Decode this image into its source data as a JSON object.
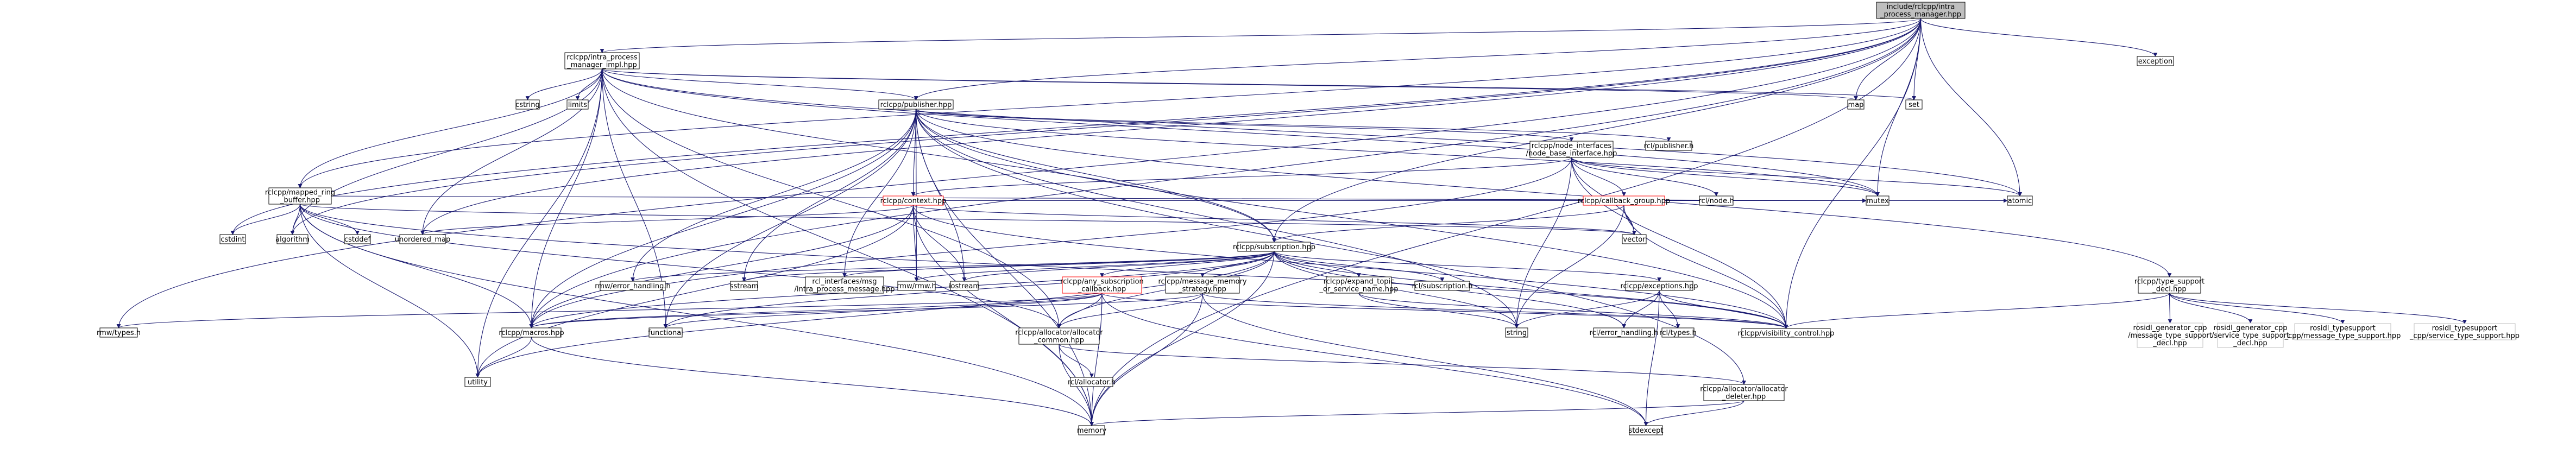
{
  "colors": {
    "edge": "#191970",
    "root_fill": "#bfbfbf",
    "missing_border": "#bfbfbf",
    "truncated_border": "#ff0000",
    "node_border": "#000000"
  },
  "nodes": [
    {
      "id": "root",
      "lines": [
        "include/rclcpp/intra",
        "_process_manager.hpp"
      ]
    },
    {
      "id": "ipm_impl",
      "lines": [
        "rclcpp/intra_process",
        "_manager_impl.hpp"
      ]
    },
    {
      "id": "publisher",
      "lines": [
        "rclcpp/publisher.hpp"
      ]
    },
    {
      "id": "mapped_ring",
      "lines": [
        "rclcpp/mapped_ring",
        "_buffer.hpp"
      ]
    },
    {
      "id": "node_base",
      "lines": [
        "rclcpp/node_interfaces",
        "/node_base_interface.hpp"
      ]
    },
    {
      "id": "context",
      "lines": [
        "rclcpp/context.hpp"
      ]
    },
    {
      "id": "callback_group",
      "lines": [
        "rclcpp/callback_group.hpp"
      ]
    },
    {
      "id": "subscription",
      "lines": [
        "rclcpp/subscription.hpp"
      ]
    },
    {
      "id": "any_sub_cb",
      "lines": [
        "rclcpp/any_subscription",
        "_callback.hpp"
      ]
    },
    {
      "id": "msg_mem",
      "lines": [
        "rclcpp/message_memory",
        "_strategy.hpp"
      ]
    },
    {
      "id": "expand_topic",
      "lines": [
        "rclcpp/expand_topic",
        "_or_service_name.hpp"
      ]
    },
    {
      "id": "exceptions",
      "lines": [
        "rclcpp/exceptions.hpp"
      ]
    },
    {
      "id": "type_support",
      "lines": [
        "rclcpp/type_support",
        "_decl.hpp"
      ]
    },
    {
      "id": "alloc_common",
      "lines": [
        "rclcpp/allocator/allocator",
        "_common.hpp"
      ]
    },
    {
      "id": "alloc_deleter",
      "lines": [
        "rclcpp/allocator/allocator",
        "_deleter.hpp"
      ]
    },
    {
      "id": "macros",
      "lines": [
        "rclcpp/macros.hpp"
      ]
    },
    {
      "id": "visibility",
      "lines": [
        "rclcpp/visibility_control.hpp"
      ]
    },
    {
      "id": "exception",
      "lines": [
        "exception"
      ]
    },
    {
      "id": "map",
      "lines": [
        "map"
      ]
    },
    {
      "id": "set",
      "lines": [
        "set"
      ]
    },
    {
      "id": "cstring",
      "lines": [
        "cstring"
      ]
    },
    {
      "id": "limits",
      "lines": [
        "limits"
      ]
    },
    {
      "id": "rcl_publisher",
      "lines": [
        "rcl/publisher.h"
      ]
    },
    {
      "id": "rcl_node",
      "lines": [
        "rcl/node.h"
      ]
    },
    {
      "id": "atomic",
      "lines": [
        "atomic"
      ]
    },
    {
      "id": "mutex",
      "lines": [
        "mutex"
      ]
    },
    {
      "id": "vector",
      "lines": [
        "vector"
      ]
    },
    {
      "id": "unordered_map",
      "lines": [
        "unordered_map"
      ]
    },
    {
      "id": "cstdint",
      "lines": [
        "cstdint"
      ]
    },
    {
      "id": "algorithm",
      "lines": [
        "algorithm"
      ]
    },
    {
      "id": "cstddef",
      "lines": [
        "cstddef"
      ]
    },
    {
      "id": "rmw_error_handling",
      "lines": [
        "rmw/error_handling.h"
      ]
    },
    {
      "id": "sstream",
      "lines": [
        "sstream"
      ]
    },
    {
      "id": "rcl_interfaces",
      "lines": [
        "rcl_interfaces/msg",
        "/intra_process_message.hpp"
      ]
    },
    {
      "id": "rmw_rmw",
      "lines": [
        "rmw/rmw.h"
      ]
    },
    {
      "id": "iostream",
      "lines": [
        "iostream"
      ]
    },
    {
      "id": "rcl_subscription",
      "lines": [
        "rcl/subscription.h"
      ]
    },
    {
      "id": "rmw_types",
      "lines": [
        "rmw/types.h"
      ]
    },
    {
      "id": "functional",
      "lines": [
        "functional"
      ]
    },
    {
      "id": "string",
      "lines": [
        "string"
      ]
    },
    {
      "id": "rcl_error_handling",
      "lines": [
        "rcl/error_handling.h"
      ]
    },
    {
      "id": "rcl_types",
      "lines": [
        "rcl/types.h"
      ]
    },
    {
      "id": "utility",
      "lines": [
        "utility"
      ]
    },
    {
      "id": "rcl_allocator",
      "lines": [
        "rcl/allocator.h"
      ]
    },
    {
      "id": "memory",
      "lines": [
        "memory"
      ]
    },
    {
      "id": "stdexcept",
      "lines": [
        "stdexcept"
      ]
    },
    {
      "id": "rosidl_msg_ts",
      "lines": [
        "rosidl_generator_cpp",
        "/message_type_support",
        "_decl.hpp"
      ]
    },
    {
      "id": "rosidl_srv_ts",
      "lines": [
        "rosidl_generator_cpp",
        "/service_type_support",
        "_decl.hpp"
      ]
    },
    {
      "id": "rosidl_ts_msg",
      "lines": [
        "rosidl_typesupport",
        "_cpp/message_type_support.hpp"
      ]
    },
    {
      "id": "rosidl_ts_srv",
      "lines": [
        "rosidl_typesupport",
        "_cpp/service_type_support.hpp"
      ]
    }
  ],
  "edges": [
    [
      "root",
      "ipm_impl"
    ],
    [
      "root",
      "publisher"
    ],
    [
      "root",
      "subscription"
    ],
    [
      "root",
      "mapped_ring"
    ],
    [
      "root",
      "macros"
    ],
    [
      "root",
      "visibility"
    ],
    [
      "root",
      "exception"
    ],
    [
      "root",
      "map"
    ],
    [
      "root",
      "set"
    ],
    [
      "root",
      "unordered_map"
    ],
    [
      "root",
      "cstdint"
    ],
    [
      "root",
      "algorithm"
    ],
    [
      "root",
      "rmw_types"
    ],
    [
      "root",
      "memory"
    ],
    [
      "root",
      "atomic"
    ],
    [
      "root",
      "mutex"
    ],
    [
      "ipm_impl",
      "publisher"
    ],
    [
      "ipm_impl",
      "subscription"
    ],
    [
      "ipm_impl",
      "mapped_ring"
    ],
    [
      "ipm_impl",
      "macros"
    ],
    [
      "ipm_impl",
      "alloc_common"
    ],
    [
      "ipm_impl",
      "map"
    ],
    [
      "ipm_impl",
      "set"
    ],
    [
      "ipm_impl",
      "cstring"
    ],
    [
      "ipm_impl",
      "limits"
    ],
    [
      "ipm_impl",
      "unordered_map"
    ],
    [
      "ipm_impl",
      "algorithm"
    ],
    [
      "ipm_impl",
      "utility"
    ],
    [
      "ipm_impl",
      "memory"
    ],
    [
      "ipm_impl",
      "atomic"
    ],
    [
      "ipm_impl",
      "mutex"
    ],
    [
      "ipm_impl",
      "functional"
    ],
    [
      "publisher",
      "node_base"
    ],
    [
      "publisher",
      "rcl_publisher"
    ],
    [
      "publisher",
      "context"
    ],
    [
      "publisher",
      "subscription"
    ],
    [
      "publisher",
      "type_support"
    ],
    [
      "publisher",
      "macros"
    ],
    [
      "publisher",
      "visibility"
    ],
    [
      "publisher",
      "alloc_deleter"
    ],
    [
      "publisher",
      "rcl_interfaces"
    ],
    [
      "publisher",
      "rmw_error_handling"
    ],
    [
      "publisher",
      "rmw_rmw"
    ],
    [
      "publisher",
      "iostream"
    ],
    [
      "publisher",
      "sstream"
    ],
    [
      "publisher",
      "string"
    ],
    [
      "publisher",
      "functional"
    ],
    [
      "publisher",
      "memory"
    ],
    [
      "publisher",
      "mutex"
    ],
    [
      "mapped_ring",
      "macros"
    ],
    [
      "mapped_ring",
      "alloc_common"
    ],
    [
      "mapped_ring",
      "visibility"
    ],
    [
      "mapped_ring",
      "cstdint"
    ],
    [
      "mapped_ring",
      "algorithm"
    ],
    [
      "mapped_ring",
      "cstddef"
    ],
    [
      "mapped_ring",
      "utility"
    ],
    [
      "mapped_ring",
      "memory"
    ],
    [
      "mapped_ring",
      "mutex"
    ],
    [
      "mapped_ring",
      "vector"
    ],
    [
      "node_base",
      "callback_group"
    ],
    [
      "node_base",
      "context"
    ],
    [
      "node_base",
      "macros"
    ],
    [
      "node_base",
      "visibility"
    ],
    [
      "node_base",
      "rcl_node"
    ],
    [
      "node_base",
      "vector"
    ],
    [
      "node_base",
      "mutex"
    ],
    [
      "node_base",
      "string"
    ],
    [
      "node_base",
      "atomic"
    ],
    [
      "context",
      "unordered_map"
    ],
    [
      "context",
      "vector"
    ],
    [
      "context",
      "mutex"
    ],
    [
      "context",
      "macros"
    ],
    [
      "context",
      "visibility"
    ],
    [
      "context",
      "iostream"
    ],
    [
      "context",
      "rmw_rmw"
    ],
    [
      "context",
      "memory"
    ],
    [
      "context",
      "utility"
    ],
    [
      "callback_group",
      "subscription"
    ],
    [
      "callback_group",
      "visibility"
    ],
    [
      "callback_group",
      "vector"
    ],
    [
      "callback_group",
      "mutex"
    ],
    [
      "callback_group",
      "atomic"
    ],
    [
      "callback_group",
      "string"
    ],
    [
      "subscription",
      "any_sub_cb"
    ],
    [
      "subscription",
      "msg_mem"
    ],
    [
      "subscription",
      "expand_topic"
    ],
    [
      "subscription",
      "exceptions"
    ],
    [
      "subscription",
      "macros"
    ],
    [
      "subscription",
      "visibility"
    ],
    [
      "subscription",
      "rcl_subscription"
    ],
    [
      "subscription",
      "rcl_error_handling"
    ],
    [
      "subscription",
      "rmw_error_handling"
    ],
    [
      "subscription",
      "rmw_rmw"
    ],
    [
      "subscription",
      "sstream"
    ],
    [
      "subscription",
      "iostream"
    ],
    [
      "subscription",
      "string"
    ],
    [
      "subscription",
      "functional"
    ],
    [
      "subscription",
      "memory"
    ],
    [
      "subscription",
      "utility"
    ],
    [
      "subscription",
      "rcl_interfaces"
    ],
    [
      "subscription",
      "alloc_common"
    ],
    [
      "any_sub_cb",
      "functional"
    ],
    [
      "any_sub_cb",
      "memory"
    ],
    [
      "any_sub_cb",
      "stdexcept"
    ],
    [
      "any_sub_cb",
      "rmw_types"
    ],
    [
      "any_sub_cb",
      "alloc_common"
    ],
    [
      "any_sub_cb",
      "visibility"
    ],
    [
      "any_sub_cb",
      "macros"
    ],
    [
      "msg_mem",
      "alloc_common"
    ],
    [
      "msg_mem",
      "macros"
    ],
    [
      "msg_mem",
      "visibility"
    ],
    [
      "msg_mem",
      "memory"
    ],
    [
      "msg_mem",
      "stdexcept"
    ],
    [
      "expand_topic",
      "string"
    ],
    [
      "expand_topic",
      "visibility"
    ],
    [
      "exceptions",
      "rcl_error_handling"
    ],
    [
      "exceptions",
      "rcl_types"
    ],
    [
      "exceptions",
      "visibility"
    ],
    [
      "exceptions",
      "stdexcept"
    ],
    [
      "exceptions",
      "string"
    ],
    [
      "type_support",
      "visibility"
    ],
    [
      "type_support",
      "rosidl_msg_ts"
    ],
    [
      "type_support",
      "rosidl_srv_ts"
    ],
    [
      "type_support",
      "rosidl_ts_msg"
    ],
    [
      "type_support",
      "rosidl_ts_srv"
    ],
    [
      "alloc_common",
      "alloc_deleter"
    ],
    [
      "alloc_common",
      "rcl_allocator"
    ],
    [
      "alloc_common",
      "memory"
    ],
    [
      "alloc_deleter",
      "memory"
    ],
    [
      "alloc_deleter",
      "stdexcept"
    ],
    [
      "macros",
      "memory"
    ],
    [
      "macros",
      "utility"
    ]
  ]
}
